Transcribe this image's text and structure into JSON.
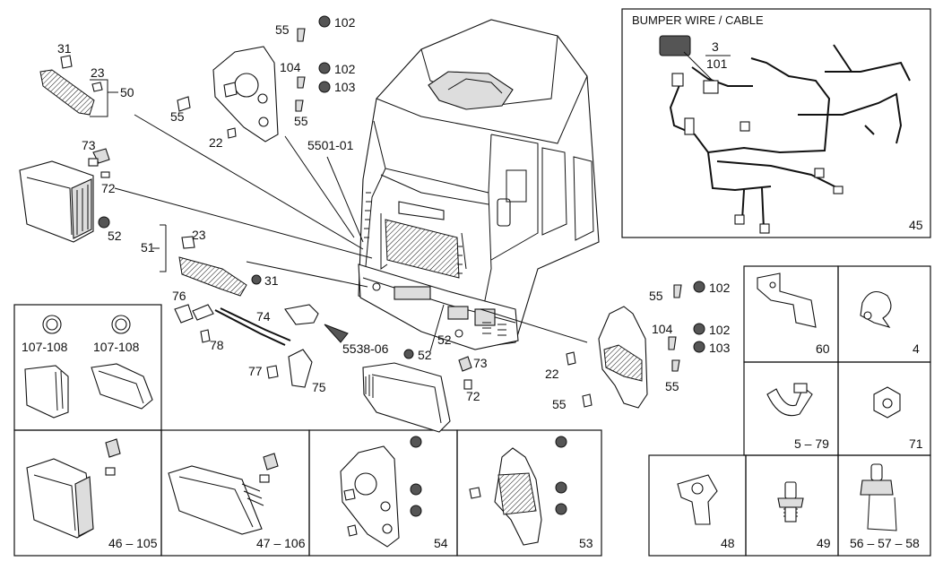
{
  "labels": {
    "bumper_title": "BUMPER WIRE / CABLE",
    "p3": "3",
    "p101": "101",
    "p45": "45",
    "p31a": "31",
    "p23a": "23",
    "p50": "50",
    "p55a": "55",
    "p102a": "102",
    "p104a": "104",
    "p102b": "102",
    "p103a": "103",
    "p55b": "55",
    "p55c": "55",
    "p22a": "22",
    "p5501": "5501-01",
    "p73a": "73",
    "p72a": "72",
    "p52a": "52",
    "p51": "51",
    "p23b": "23",
    "p31b": "31",
    "p76": "76",
    "p74": "74",
    "p78": "78",
    "p77": "77",
    "p75": "75",
    "p5538": "5538-06",
    "p52b": "52",
    "p73b": "73",
    "p72b": "72",
    "p52c": "52",
    "p55d": "55",
    "p102c": "102",
    "p104b": "104",
    "p102d": "102",
    "p103b": "103",
    "p55e": "55",
    "p22b": "22",
    "p55f": "55",
    "p107a": "107-108",
    "p107b": "107-108",
    "p60": "60",
    "p4": "4",
    "p579": "5 – 79",
    "p71": "71",
    "p46105": "46 – 105",
    "p47106": "47 – 106",
    "p54": "54",
    "p53": "53",
    "p48": "48",
    "p49": "49",
    "p565758": "56 – 57 – 58"
  }
}
